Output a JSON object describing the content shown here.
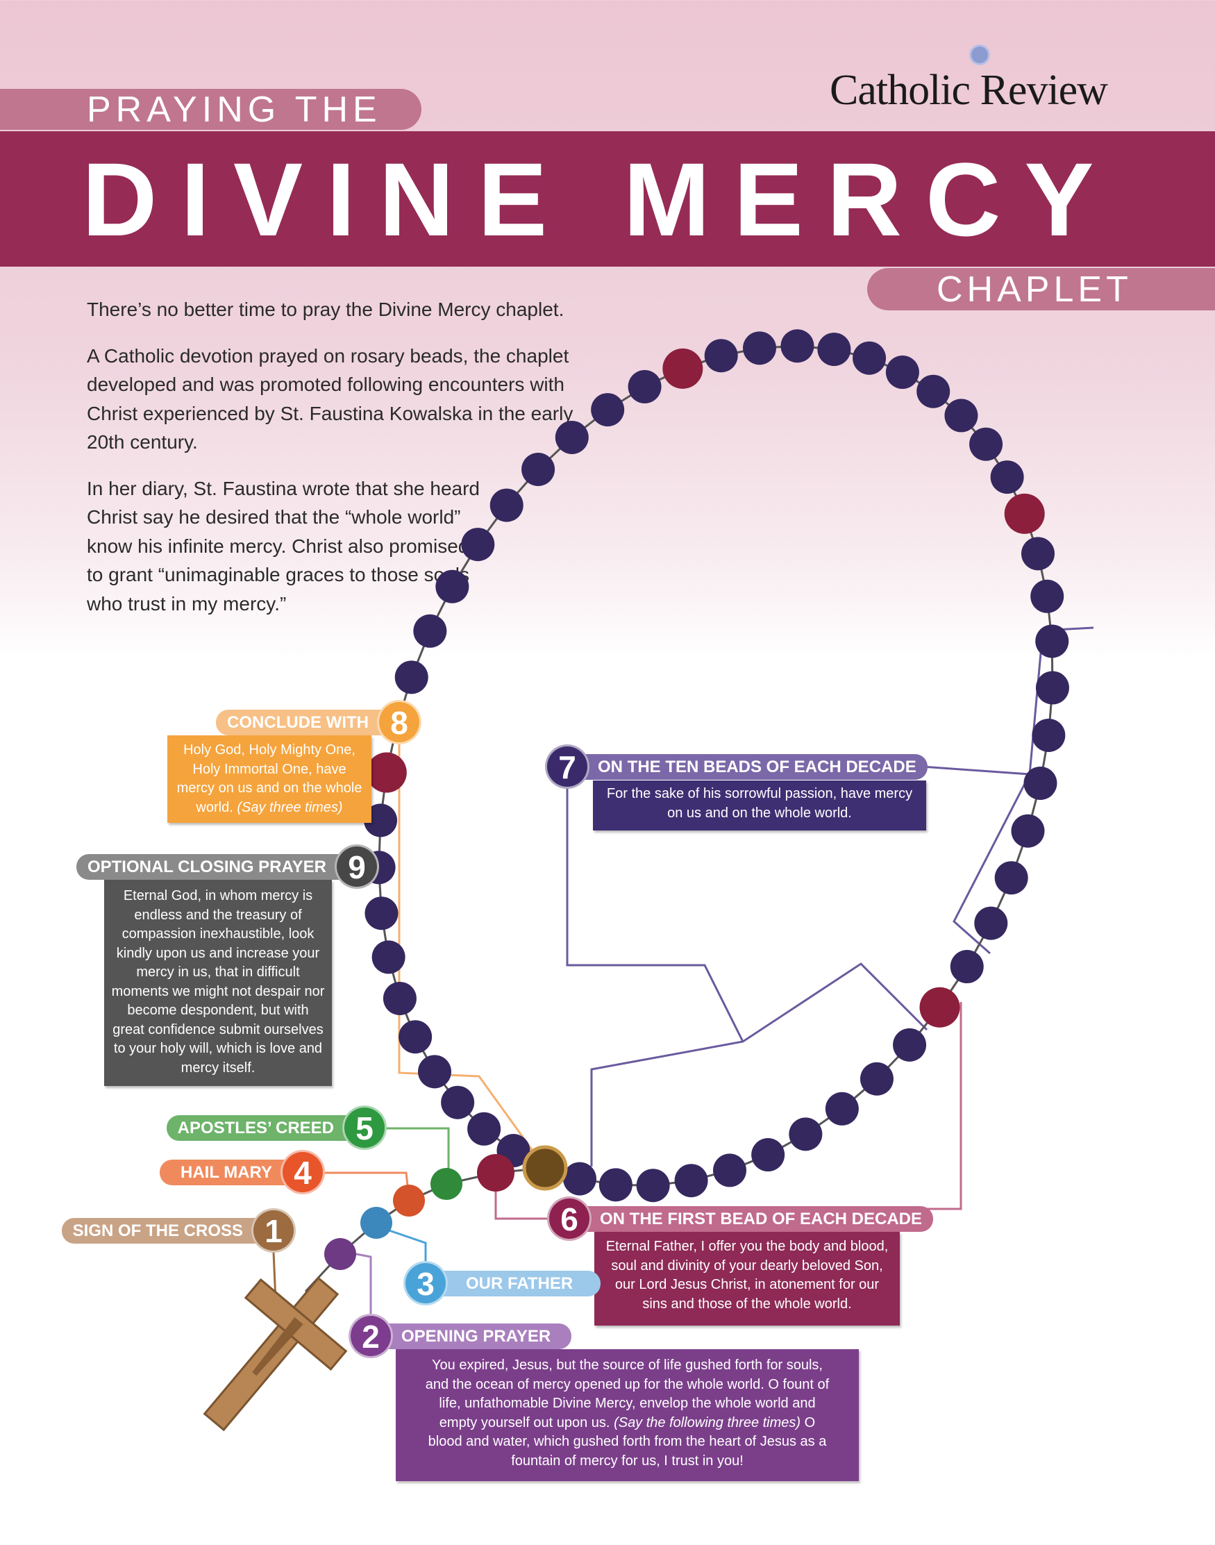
{
  "header": {
    "logo": "Catholic Review",
    "kicker": "PRAYING THE",
    "title": "DIVINE MERCY",
    "subtitle": "CHAPLET"
  },
  "intro": [
    "There’s no better time to pray the Divine Mercy chaplet.",
    "A Catholic devotion prayed on rosary beads, the chaplet developed and was promoted following encounters with Christ experienced by St. Faustina Kowalska in the early 20th century.",
    "In her diary, St. Faustina wrote that she heard Christ say he desired that the “whole world” know his infinite mercy. Christ also promised to grant “unimaginable graces to those souls who trust in my mercy.”"
  ],
  "steps": {
    "s1": {
      "num": "1",
      "label": "SIGN OF THE CROSS"
    },
    "s2": {
      "num": "2",
      "label": "OPENING PRAYER",
      "text": "You expired, Jesus, but the source of life gushed forth for souls, and the ocean of mercy opened up for the whole world. O fount of life, unfathomable Divine Mercy, envelop the whole world and empty yourself out upon us.",
      "note": "(Say the following three times)",
      "text2": " O blood and water, which gushed forth from the heart of Jesus as a fountain of mercy for us, I trust in you!"
    },
    "s3": {
      "num": "3",
      "label": "OUR FATHER"
    },
    "s4": {
      "num": "4",
      "label": "HAIL MARY"
    },
    "s5": {
      "num": "5",
      "label": "APOSTLES’ CREED"
    },
    "s6": {
      "num": "6",
      "label": "ON THE FIRST BEAD OF EACH DECADE",
      "text": "Eternal Father, I offer you the body and blood, soul and divinity of your dearly beloved Son, our Lord Jesus Christ, in atonement for our sins and those of the whole world."
    },
    "s7": {
      "num": "7",
      "label": "ON THE TEN BEADS OF EACH DECADE",
      "text": "For the sake of his sorrowful passion, have mercy on us and on the whole world."
    },
    "s8": {
      "num": "8",
      "label": "CONCLUDE WITH",
      "text": "Holy God, Holy Mighty One, Holy Immortal One, have mercy on us and on the whole world.",
      "note": "(Say three times)"
    },
    "s9": {
      "num": "9",
      "label": "OPTIONAL CLOSING PRAYER",
      "text": "Eternal God, in whom mercy is endless and the treasury of compassion inexhaustible, look kindly upon us and increase your mercy in us, that in difficult moments we might not despair nor become despondent, but with great confidence submit ourselves to your holy will, which is love and mercy itself."
    }
  },
  "colors": {
    "band": "#962b56",
    "pink": "#c0768f",
    "bead": "#35285f",
    "red_bead": "#8c1f3c"
  }
}
